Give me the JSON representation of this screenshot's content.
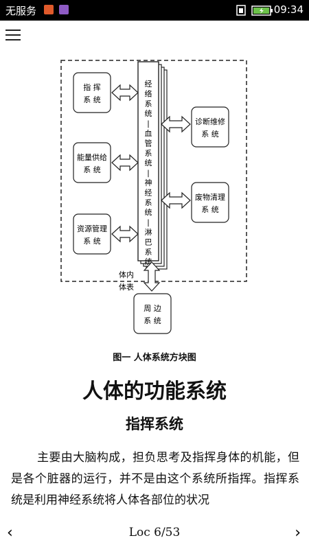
{
  "status_bar": {
    "carrier": "无服务",
    "time": "09:34"
  },
  "diagram": {
    "left_boxes": [
      "指  挥\n系  统",
      "能量供给\n系  统",
      "资源管理\n系  统"
    ],
    "center_label": "经络系统／血管系统／神经系统／淋巴系统",
    "right_boxes": [
      "诊断维修\n系  统",
      "废物清理\n系  统"
    ],
    "inner_label": "体内",
    "outer_label": "体表",
    "bottom_box": "周  边\n系  统"
  },
  "caption": "图一   人体系统方块图",
  "heading": "人体的功能系统",
  "subheading": "指挥系统",
  "body_text": "主要由大脑构成，担负思考及指挥身体的机能，但是各个脏器的运行，并不是由这个系统所指挥。指挥系统是利用神经系统将人体各部位的状况",
  "nav": {
    "location": "Loc 6/53"
  }
}
